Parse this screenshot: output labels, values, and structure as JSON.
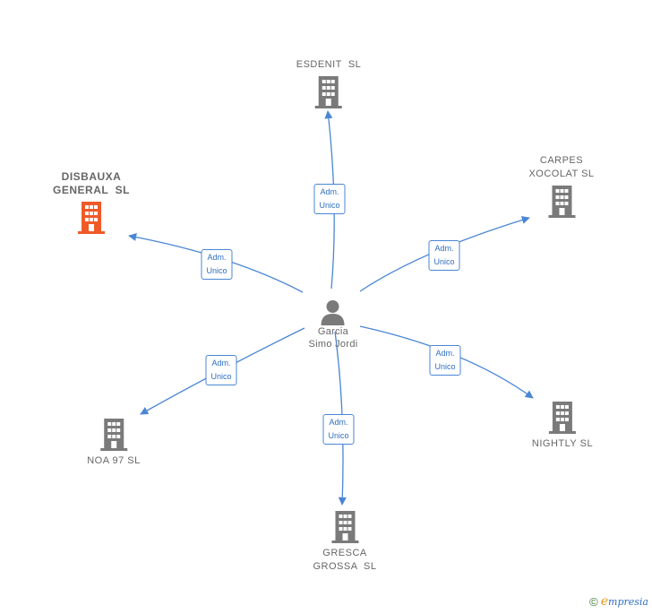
{
  "center": {
    "name_line1": "Garcia",
    "name_line2": "Simo Jordi"
  },
  "companies": [
    {
      "id": "esdenit",
      "label": "ESDENIT  SL",
      "color": "#7a7a7a",
      "highlight": false
    },
    {
      "id": "carpes",
      "label": "CARPES\nXOCOLAT SL",
      "color": "#7a7a7a",
      "highlight": false
    },
    {
      "id": "nightly",
      "label": "NIGHTLY SL",
      "color": "#7a7a7a",
      "highlight": false
    },
    {
      "id": "gresca",
      "label": "GRESCA\nGROSSA  SL",
      "color": "#7a7a7a",
      "highlight": false
    },
    {
      "id": "noa97",
      "label": "NOA 97 SL",
      "color": "#7a7a7a",
      "highlight": false
    },
    {
      "id": "disbauxa",
      "label": "DISBAUXA\nGENERAL  SL",
      "color": "#f05a28",
      "highlight": true
    }
  ],
  "edges": [
    {
      "to": "esdenit",
      "line1": "Adm.",
      "line2": "Unico"
    },
    {
      "to": "carpes",
      "line1": "Adm.",
      "line2": "Unico"
    },
    {
      "to": "nightly",
      "line1": "Adm.",
      "line2": "Unico"
    },
    {
      "to": "gresca",
      "line1": "Adm.",
      "line2": "Unico"
    },
    {
      "to": "noa97",
      "line1": "Adm.",
      "line2": "Unico"
    },
    {
      "to": "disbauxa",
      "line1": "Adm.",
      "line2": "Unico"
    }
  ],
  "colors": {
    "edge": "#4a86d4",
    "person": "#7a7a7a"
  },
  "footer": {
    "copyright_symbol": "©",
    "brand_initial": "e",
    "brand_rest": "mpresia"
  }
}
